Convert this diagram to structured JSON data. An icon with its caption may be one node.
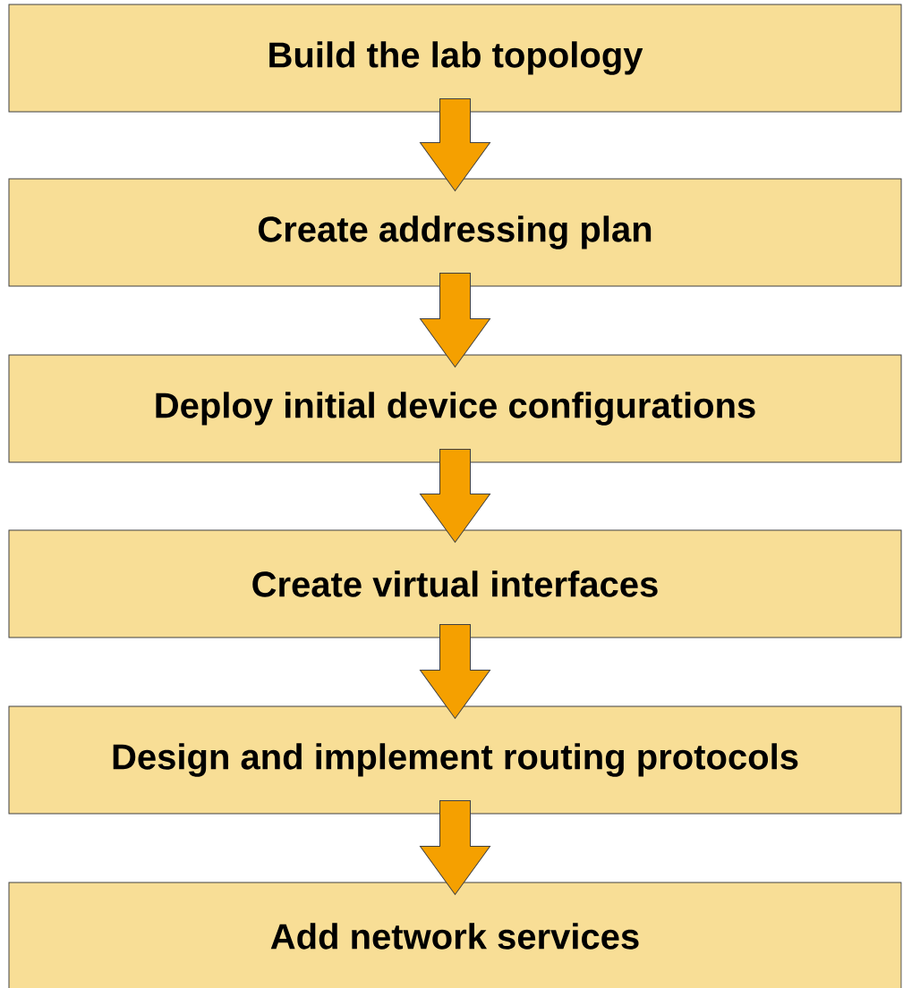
{
  "diagram": {
    "nodes": [
      {
        "text": [
          "Build the lab topology"
        ]
      },
      {
        "text": [
          "Create addressing plan"
        ]
      },
      {
        "text": [
          "Deploy initial device configurations"
        ]
      },
      {
        "text": [
          "Create virtual interfaces"
        ]
      },
      {
        "text": [
          "Design and implement routing protocols"
        ]
      },
      {
        "text": [
          "Add network services"
        ]
      }
    ],
    "edges": [
      {
        "from": 0,
        "to": 1,
        "arrow": "to"
      },
      {
        "from": 1,
        "to": 2,
        "arrow": "to"
      },
      {
        "from": 2,
        "to": 3,
        "arrow": "to"
      },
      {
        "from": 3,
        "to": 4,
        "arrow": "to"
      },
      {
        "from": 4,
        "to": 5,
        "arrow": "to"
      }
    ]
  }
}
